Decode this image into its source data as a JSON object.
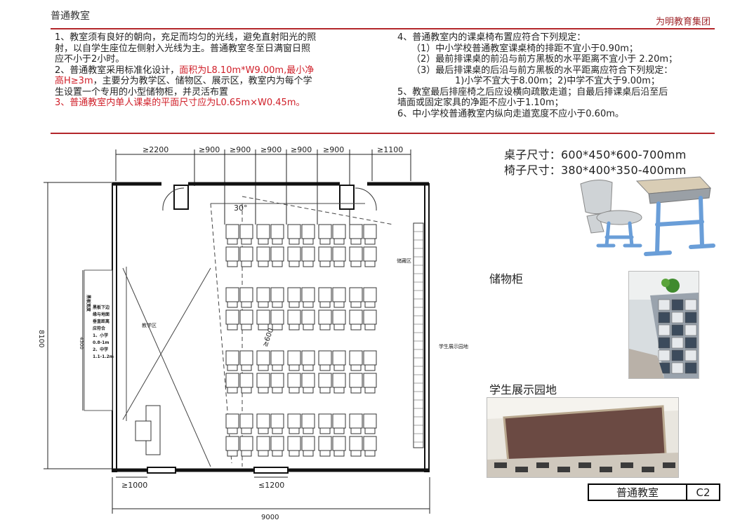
{
  "header": {
    "title": "普通教室",
    "brand": "为明教育集团"
  },
  "left_text": {
    "l1": "1、教室须有良好的朝向，充足而均匀的光线，避免直射阳光的照",
    "l2": "射，以自学生座位左侧射入光线为主。普通教室冬至日满窗日照",
    "l3": "应不小于2小时。",
    "l4a": "2、普通教室采用标准化设计，",
    "l4b": "面积为L8.10m*W9.00m,最小净",
    "l5a": "高H≥3m",
    "l5b": "，主要分为教学区、储物区、展示区，教室内为每个学",
    "l6": "生设置一个专用的小型储物柜，并灵活布置",
    "l7": "3、普通教室内单人课桌的平面尺寸应为L0.65m×W0.45m。"
  },
  "right_text": {
    "l1": "4、普通教室内的课桌椅布置应符合下列规定：",
    "l2": "（1）中小学校普通教室课桌椅的排距不宜小于0.90m；",
    "l3": "（2）最前排课桌的前沿与前方黑板的水平距离不宜小于   2.20m；",
    "l4": "（3）最后排课桌的后沿与前方黑板的水平距离应符合下列规定：",
    "l5": "1)小学不宜大于8.00m；2)中学不宜大于9.00m；",
    "l6": "5、教室最后排座椅之后应设横向疏散走道；自最后排课桌后沿至后",
    "l7": "墙面或固定家具的净距不应小于1.10m；",
    "l8": "6、中小学校普通教室内纵向走道宽度不应小于0.60m。"
  },
  "specs": {
    "desk": "桌子尺寸：600*450*600-700mm",
    "chair": "椅子尺寸：380*400*350-400mm"
  },
  "labels": {
    "storage": "储物柜",
    "display": "学生展示园地"
  },
  "plan": {
    "top_dims": [
      "≥2200",
      "≥900",
      "≥900",
      "≥900",
      "≥900",
      "≥900",
      "≥1100"
    ],
    "bottom_dims": [
      "≥1000",
      "≤1200"
    ],
    "overall_width": "9000",
    "overall_height": "8100",
    "side_dim": "4300",
    "angle": "30°",
    "aisle": "≥600",
    "zone_teaching": "教学区",
    "zone_storage": "储藏区",
    "zone_display": "学生展示园地",
    "note_board": "黑板宽度",
    "note_a": "黑板下边",
    "note_b": "缘与地面",
    "note_c": "垂直距离",
    "note_d": "应符合",
    "note_e": "1、小学",
    "note_f": "0.8-1m",
    "note_g": "2、中学",
    "note_h": "1.1-1.2m"
  },
  "footer": {
    "name": "普通教室",
    "code": "C2"
  },
  "colors": {
    "accent": "#b3262b",
    "red_text": "#d0202a"
  }
}
